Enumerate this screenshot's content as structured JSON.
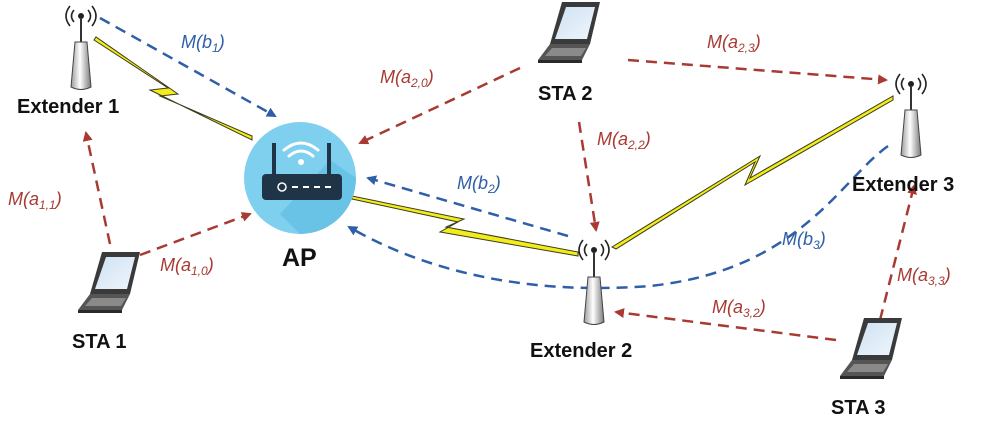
{
  "colors": {
    "backhaul": "#2e5fa8",
    "access": "#a83a32",
    "lightning": "#f2ec1a",
    "lightning_outline": "#3b3b1e",
    "ap_circle": "#7fd0ef",
    "router_body": "#1f3446"
  },
  "nodes": {
    "ap": "AP",
    "extender1": "Extender 1",
    "extender2": "Extender 2",
    "extender3": "Extender 3",
    "sta1": "STA 1",
    "sta2": "STA 2",
    "sta3": "STA 3"
  },
  "edges": {
    "b1": {
      "base": "M(b",
      "sub": "1",
      "close": ")"
    },
    "b2": {
      "base": "M(b",
      "sub": "2",
      "close": ")"
    },
    "b3": {
      "base": "M(b",
      "sub": "3",
      "close": ")"
    },
    "a10": {
      "base": "M(a",
      "sub": "1,0",
      "close": ")"
    },
    "a11": {
      "base": "M(a",
      "sub": "1,1",
      "close": ")"
    },
    "a20": {
      "base": "M(a",
      "sub": "2,0",
      "close": ")"
    },
    "a22": {
      "base": "M(a",
      "sub": "2,2",
      "close": ")"
    },
    "a23": {
      "base": "M(a",
      "sub": "2,3",
      "close": ")"
    },
    "a32": {
      "base": "M(a",
      "sub": "3,2",
      "close": ")"
    },
    "a33": {
      "base": "M(a",
      "sub": "3,3",
      "close": ")"
    }
  }
}
